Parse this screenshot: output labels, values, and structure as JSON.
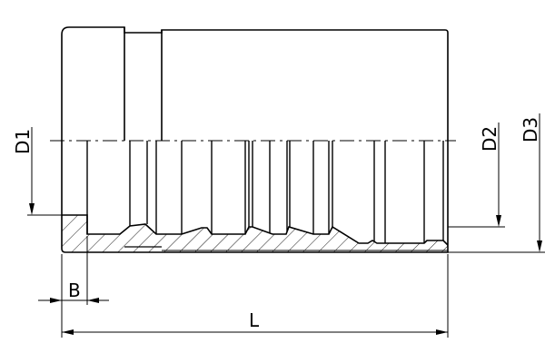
{
  "drawing": {
    "line_color": "#000000",
    "background": "#ffffff",
    "dimensions": {
      "d1": "D1",
      "d2": "D2",
      "d3": "D3",
      "b": "B",
      "l": "L"
    }
  }
}
